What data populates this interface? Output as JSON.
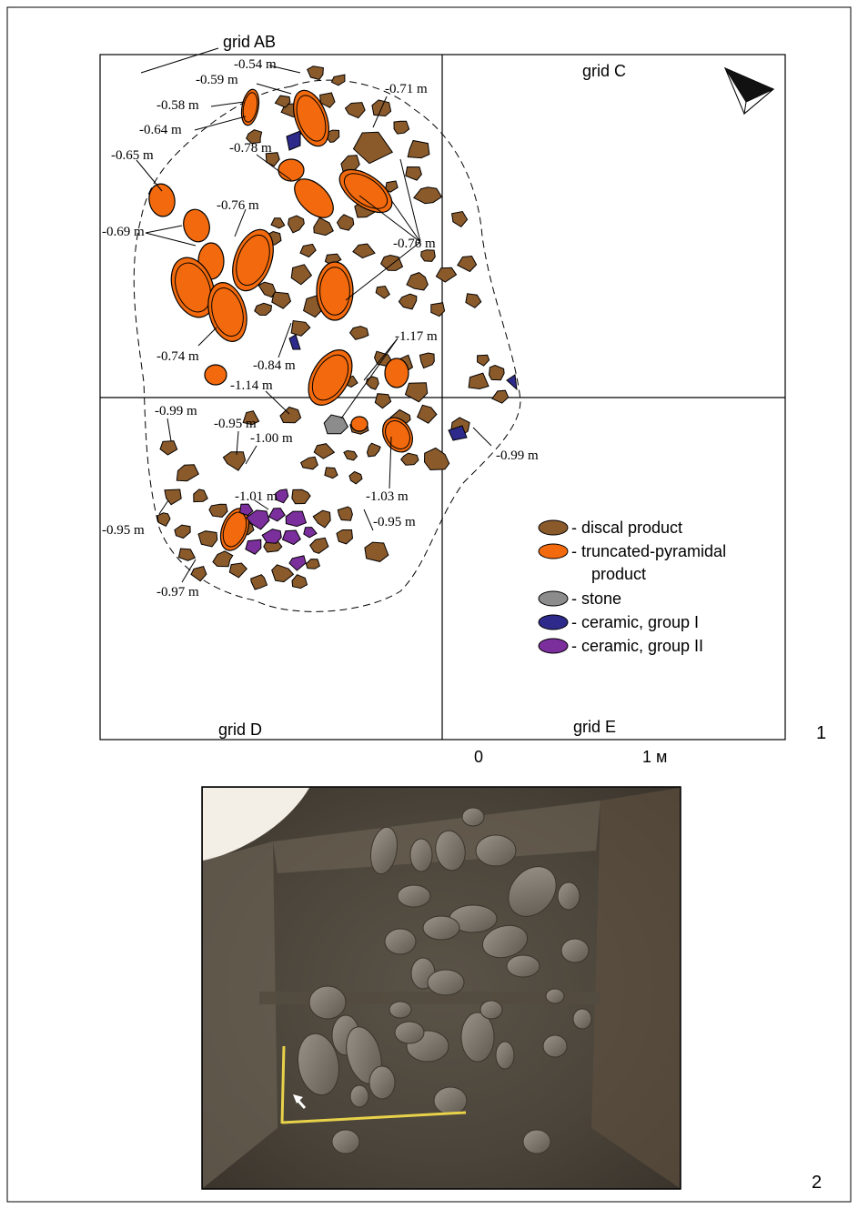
{
  "figure": {
    "panel_1_number": "1",
    "panel_2_number": "2"
  },
  "grid_labels": {
    "ab": "grid AB",
    "c": "grid C",
    "d": "grid D",
    "e": "grid E"
  },
  "scale": {
    "zero": "0",
    "one": "1 м"
  },
  "depths": {
    "d054": "-0.54 m",
    "d059": "-0.59 m",
    "d058": "-0.58 m",
    "d064": "-0.64 m",
    "d071": "-0.71 m",
    "d078": "-0.78 m",
    "d065": "-0.65 m",
    "d076a": "-0.76 m",
    "d069": "-0.69 m",
    "d076b": "-0.76 m",
    "d117": "-1.17 m",
    "d074": "-0.74 m",
    "d084": "-0.84 m",
    "d114": "-1.14 m",
    "d099a": "-0.99 m",
    "d095a": "-0.95 m",
    "d100": "-1.00 m",
    "d099b": "-0.99 m",
    "d101": "-1.01 m",
    "d103": "-1.03 m",
    "d095b": "-0.95 m",
    "d095c": "-0.95 m",
    "d097": "-0.97 m"
  },
  "legend": {
    "discal": "- discal product",
    "truncated_1": "- truncated-pyramidal",
    "truncated_2": "product",
    "stone": "- stone",
    "ceramic1": "- ceramic, group I",
    "ceramic2": "- ceramic, group II"
  },
  "colors": {
    "discal": "#8b5a2b",
    "truncated": "#f26a0d",
    "stone": "#8c8c8c",
    "ceramic1": "#2e2a8c",
    "ceramic2": "#7b2f9c",
    "outline": "#000000"
  }
}
